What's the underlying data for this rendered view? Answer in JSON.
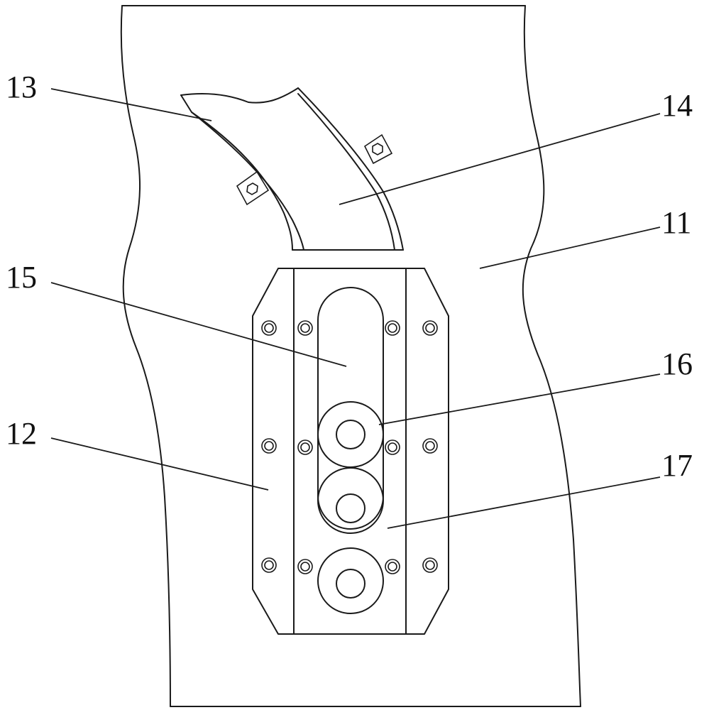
{
  "labels": {
    "housing": "11",
    "mount_plate": "12",
    "curved_guide": "13",
    "guide_channel": "14",
    "slot": "15",
    "upper_roller": "16",
    "lower_roller": "17"
  },
  "colors": {
    "line": "#1a1a1a",
    "background": "#ffffff"
  }
}
